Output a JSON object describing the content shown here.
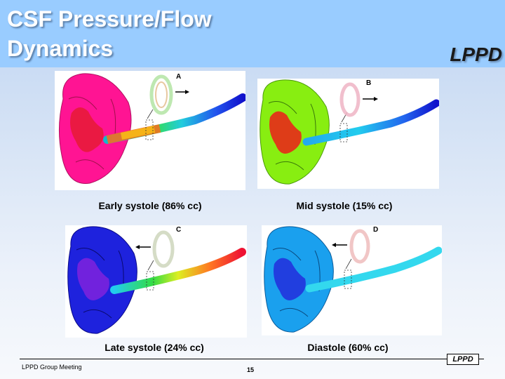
{
  "slide": {
    "title": "CSF Pressure/Flow Dynamics",
    "logo": "LPPD",
    "footer_text": "LPPD Group Meeting",
    "page_number": "15",
    "footer_logo": "LPPD"
  },
  "panels": [
    {
      "letter": "A",
      "caption": "Early systole (86% cc)",
      "head_color": "#ff1493",
      "arrow": "right"
    },
    {
      "letter": "B",
      "caption": "Mid systole (15% cc)",
      "head_color": "#88ee11",
      "arrow": "right"
    },
    {
      "letter": "C",
      "caption": "Late systole (24% cc)",
      "head_color": "#1e22dd",
      "arrow": "left"
    },
    {
      "letter": "D",
      "caption": "Diastole (60% cc)",
      "head_color": "#1aa0ee",
      "arrow": "left"
    }
  ]
}
